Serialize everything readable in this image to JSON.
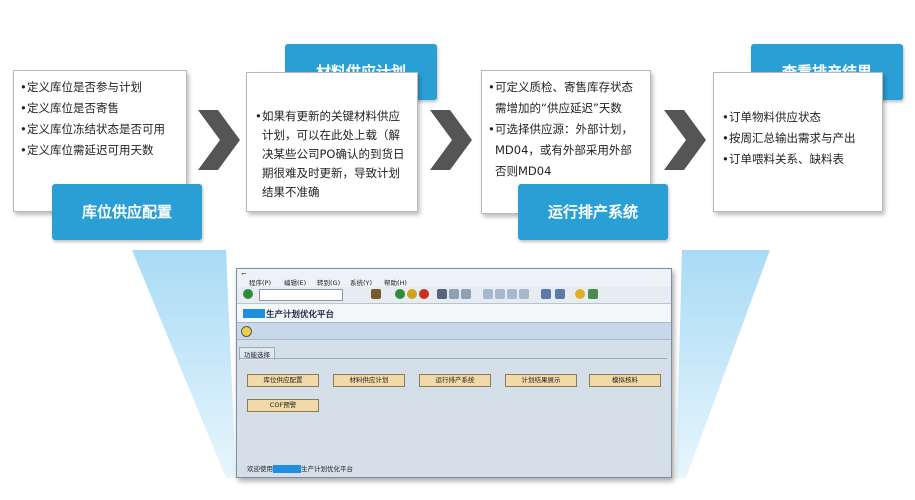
{
  "panels": [
    {
      "tag": "库位供应配置",
      "items": [
        "定义库位是否参与计划",
        "定义库位是否寄售",
        "定义库位冻结状态是否可用",
        "定义库位需延迟可用天数"
      ]
    },
    {
      "tag": "材料供应计划",
      "items": [
        "如果有更新的关键材料供应计划，可以在此处上载（解决某些公司PO确认的到货日期很难及时更新，导致计划结果不准确"
      ]
    },
    {
      "tag": "运行排产系统",
      "items": [
        "可定义质检、寄售库存状态需增加的“供应延迟”天数",
        "可选择供应源：外部计划，MD04，或有外部采用外部否则MD04"
      ]
    },
    {
      "tag": "查看排产结果",
      "items": [
        "订单物料供应状态",
        "按周汇总输出需求与产出",
        "订单喂料关系、缺料表"
      ]
    }
  ],
  "sap": {
    "menu": [
      "程序(P)",
      "编辑(E)",
      "转到(G)",
      "系统(Y)",
      "帮助(H)"
    ],
    "title": "生产计划优化平台",
    "func_tab": "功能选择",
    "buttons": [
      "库位供应配置",
      "材料供应计划",
      "运行排产系统",
      "计划结果展示",
      "模拟核料",
      "COF预警"
    ],
    "status_prefix": "欢迎使用",
    "status_suffix": "生产计划优化平台"
  },
  "colors": {
    "accent": "#2a9fd6",
    "beam": "#bfe4f7",
    "chevron": "#555555",
    "mask": "#1f8fe0"
  }
}
